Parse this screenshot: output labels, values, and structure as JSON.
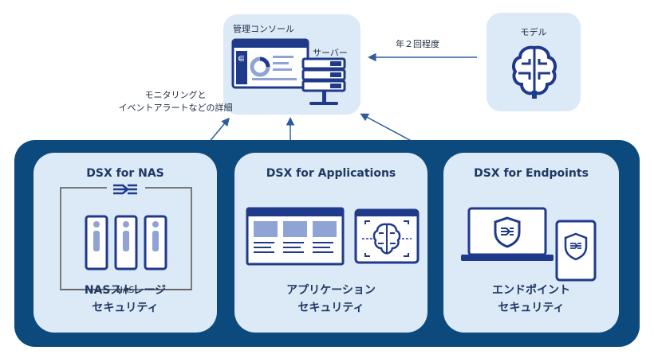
{
  "console": {
    "title": "管理コンソール",
    "server_label": "サーバー"
  },
  "model": {
    "label": "モデル"
  },
  "arrows": {
    "update_frequency": "年２回程度",
    "monitoring_line1": "モニタリングと",
    "monitoring_line2": "イベントアラートなどの詳細"
  },
  "products": [
    {
      "title": "DSX for NAS",
      "sub_label": "NAS",
      "footer_line1": "NASストレージ",
      "footer_line2": "セキュリティ"
    },
    {
      "title": "DSX for Applications",
      "footer_line1": "アプリケーション",
      "footer_line2": "セキュリティ"
    },
    {
      "title": "DSX for Endpoints",
      "footer_line1": "エンドポイント",
      "footer_line2": "セキュリティ"
    }
  ],
  "colors": {
    "navy": "#0c4a7e",
    "light_box": "#dce9f6",
    "icon_dark": "#1f3a8a",
    "icon_mid": "#8fa3d4",
    "arrow": "#2e5d9f"
  },
  "icons": [
    "dsx-logo-icon",
    "dashboard-icon",
    "server-icon",
    "brain-icon",
    "nas-drive-icon",
    "browser-window-icon",
    "scanner-brain-icon",
    "laptop-icon",
    "tablet-icon",
    "shield-icon"
  ]
}
